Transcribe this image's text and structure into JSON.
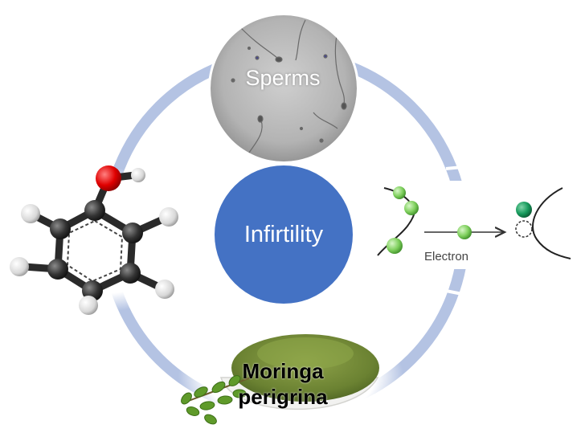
{
  "center": {
    "label": "Infirtility",
    "color": "#4472c4"
  },
  "ring": {
    "color": "#b4c3e3"
  },
  "nodes": {
    "sperms": {
      "label": "Sperms"
    },
    "electron": {
      "label": "Electron"
    },
    "moringa": {
      "line1": "Moringa",
      "line2": "perigrina"
    }
  },
  "molecule": {
    "name": "phenol-molecule"
  }
}
